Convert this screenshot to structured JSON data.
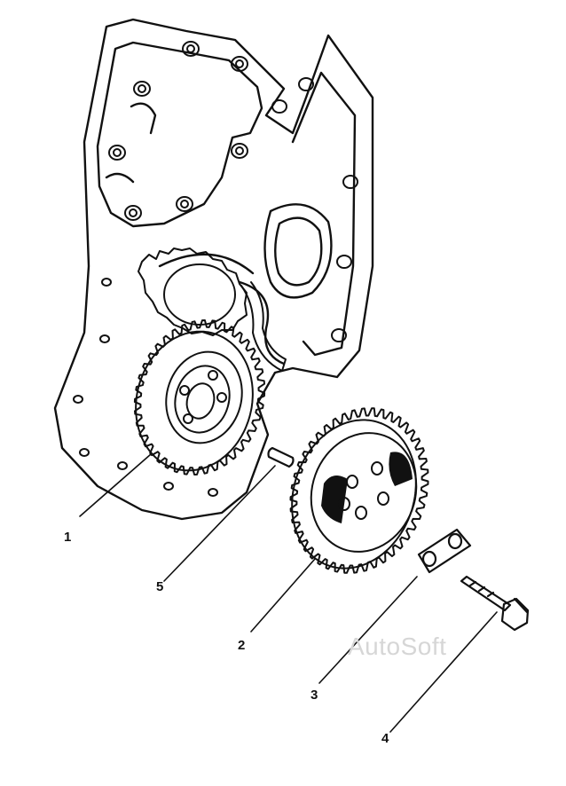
{
  "callouts": [
    {
      "id": "1",
      "label": "1"
    },
    {
      "id": "5",
      "label": "5"
    },
    {
      "id": "2",
      "label": "2"
    },
    {
      "id": "3",
      "label": "3"
    },
    {
      "id": "4",
      "label": "4"
    }
  ],
  "watermark": "AutoSoft",
  "colors": {
    "ink": "#111111",
    "paper": "#ffffff",
    "watermark": "#d6d6d6"
  }
}
